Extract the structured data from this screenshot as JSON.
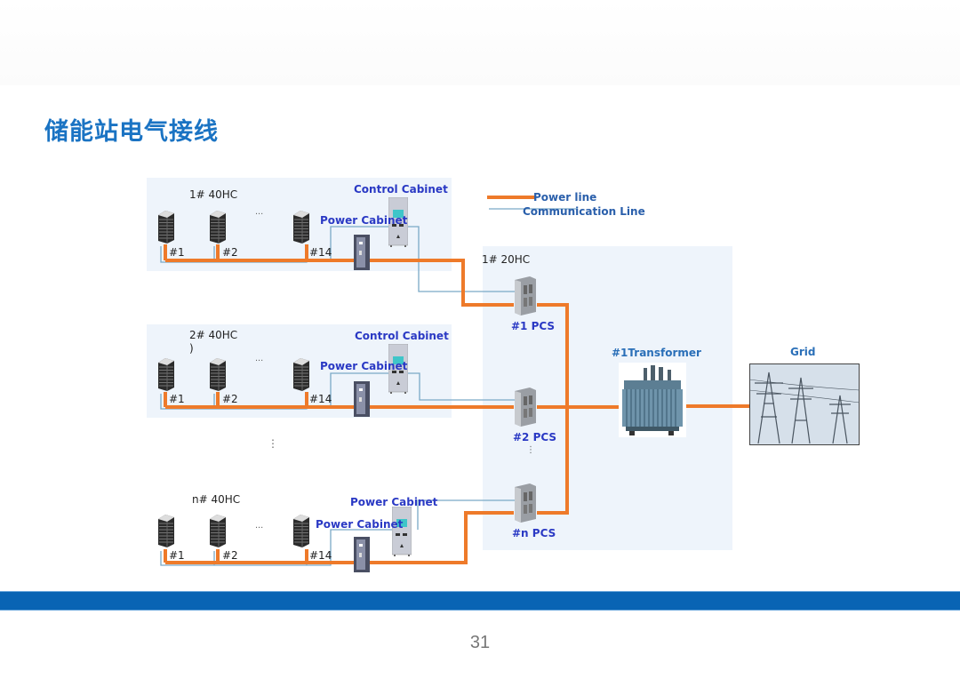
{
  "slide": {
    "title": "储能站电气接线",
    "page_number": "31",
    "colors": {
      "title": "#1a73c3",
      "power_line": "#ee7a2a",
      "communication_line": "#7aa9c7",
      "footer_bar": "#0964b4",
      "panel_bg": "#eef4fb"
    }
  },
  "legend": {
    "power_line": "Power line",
    "communication_line": "Communication Line"
  },
  "containers": [
    {
      "name": "1# 40HC",
      "batteries": [
        "#1",
        "#2",
        "#14"
      ],
      "ellipsis": "...",
      "control_label": "Control Cabinet",
      "power_label": "Power Cabinet"
    },
    {
      "name": "2# 40HC",
      "extra": ")",
      "batteries": [
        "#1",
        "#2",
        "#14"
      ],
      "ellipsis": "...",
      "control_label": "Control Cabinet",
      "power_label": "Power Cabinet"
    },
    {
      "name": "n# 40HC",
      "batteries": [
        "#1",
        "#2",
        "#14"
      ],
      "ellipsis": "...",
      "control_label": "Power Cabinet",
      "power_label": "Power Cabinet"
    }
  ],
  "vertical_ellipsis": "⋮",
  "pcs_container": {
    "name": "1# 20HC",
    "pcs": [
      "#1  PCS",
      "#2  PCS",
      "#n  PCS"
    ],
    "ellipsis": "⋮"
  },
  "transformer": {
    "label": "#1Transformer"
  },
  "grid": {
    "label": "Grid"
  }
}
